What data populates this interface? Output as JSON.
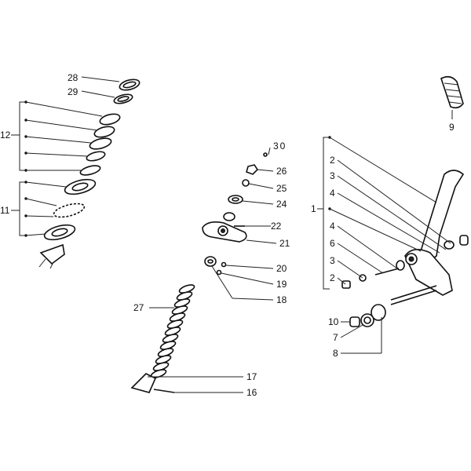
{
  "labels": {
    "p1": "1",
    "p2a": "2",
    "p2b": "2",
    "p3a": "3",
    "p3b": "3",
    "p4a": "4",
    "p4b": "4",
    "p6": "6",
    "p7": "7",
    "p8": "8",
    "p9": "9",
    "p10": "10",
    "p11": "11",
    "p12": "12",
    "p16": "16",
    "p17": "17",
    "p18": "18",
    "p19": "19",
    "p20": "20",
    "p21": "21",
    "p22": "22",
    "p24": "24",
    "p25": "25",
    "p26": "26",
    "p27": "27",
    "p28": "28",
    "p29": "29",
    "p30": "30"
  }
}
